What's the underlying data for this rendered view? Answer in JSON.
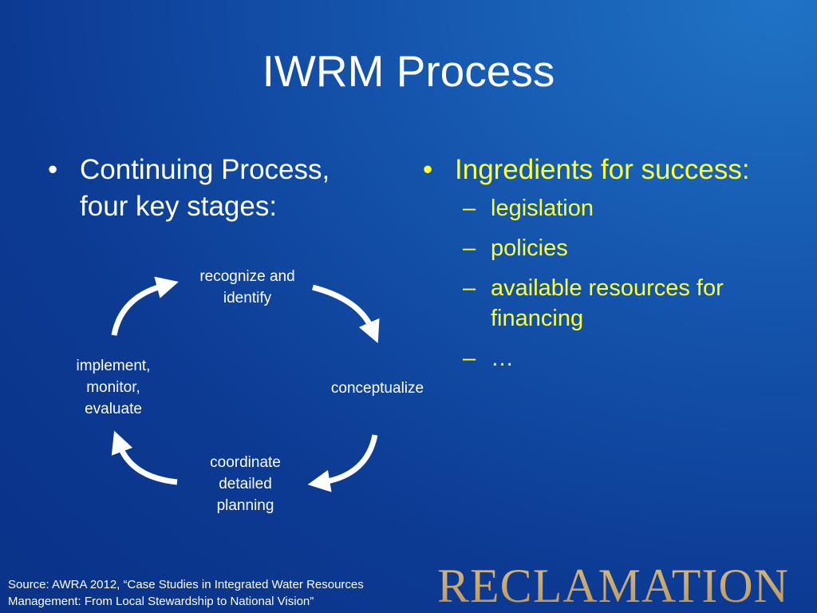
{
  "title": "IWRM Process",
  "left": {
    "bullet": "•",
    "text": "Continuing Process, four key stages:"
  },
  "cycle": {
    "stages": [
      "recognize and identify",
      "conceptualize",
      "coordinate detailed planning",
      "implement, monitor, evaluate"
    ]
  },
  "right": {
    "bullet": "•",
    "text": "Ingredients for success:",
    "dash": "–",
    "items": [
      "legislation",
      "policies",
      "available resources for financing",
      "…"
    ]
  },
  "footer": {
    "source": "Source:  AWRA 2012, “Case Studies in Integrated Water Resources Management: From Local Stewardship to National Vision”",
    "logo": "RECLAMATION"
  },
  "colors": {
    "text": "#ffffff",
    "highlight": "#ffff33",
    "logo": "#c8a768"
  }
}
